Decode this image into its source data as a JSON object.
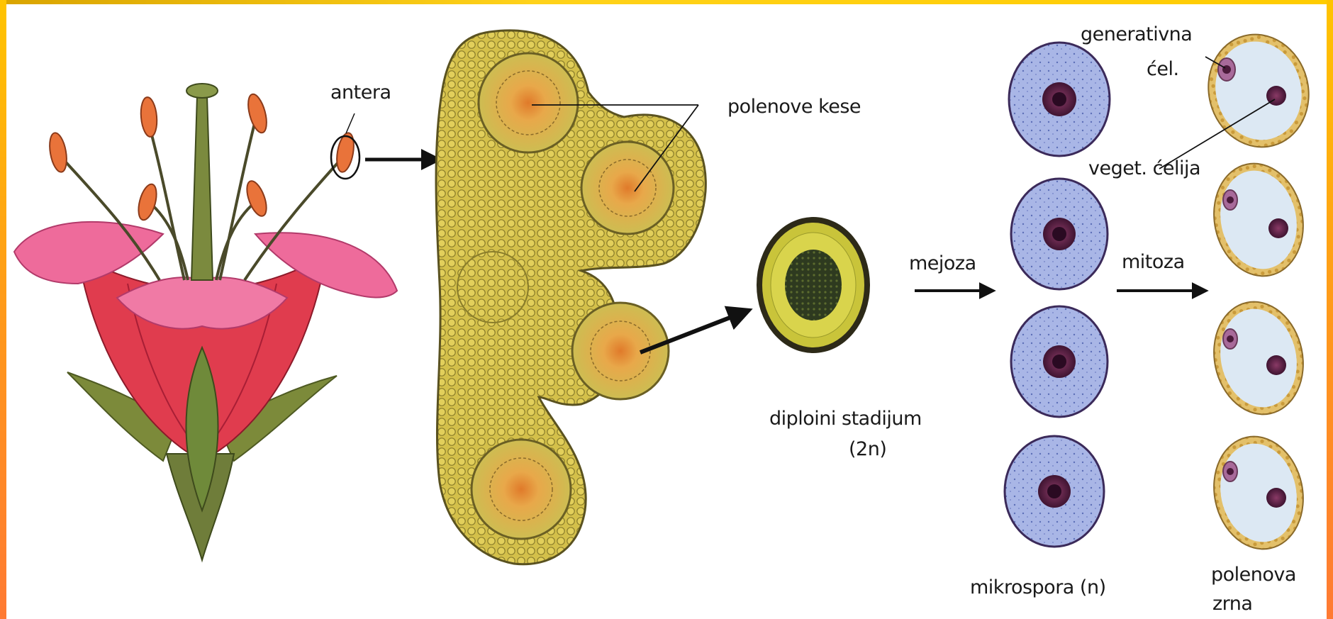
{
  "labels": {
    "antera": "antera",
    "polenove_kese": "polenove kese",
    "generativna": "generativna",
    "cel": "ćel.",
    "veget_celija": "veget. ćelija",
    "mejoza": "mejoza",
    "mitoza": "mitoza",
    "diploini_stadijum": "diploini stadijum",
    "diploini_2n": "(2n)",
    "mikrospora": "mikrospora (n)",
    "polenova": "polenova",
    "zrna": "zrna"
  },
  "colors": {
    "frame": "#ffcc00",
    "petal_pink": "#ee6b9b",
    "petal_red": "#e03c4e",
    "anther_orange": "#e9733a",
    "stem_green": "#6f7d3a",
    "pollen_sac": "#c9b43a",
    "microspore_blue": "#8e9fdc",
    "pollen_grain": "#d9e6f2",
    "nucleus": "#5a1f4a"
  },
  "icons": {
    "arrow": "right-arrow-icon"
  }
}
